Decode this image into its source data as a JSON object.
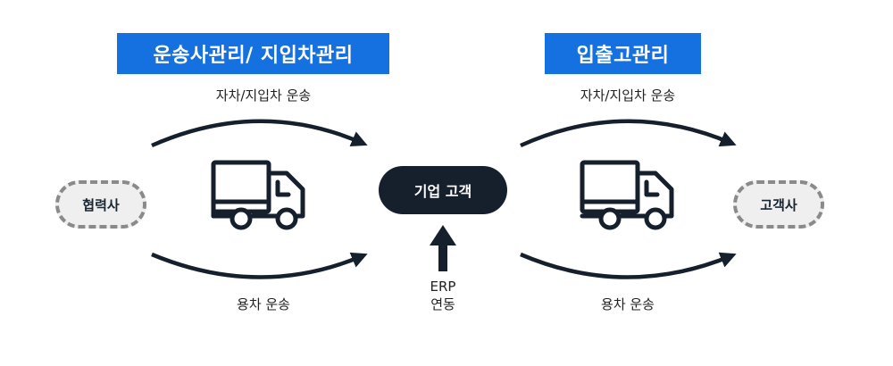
{
  "banners": {
    "left": "운송사관리/ 지입차관리",
    "right": "입출고관리"
  },
  "nodes": {
    "partner": "협력사",
    "enterprise": "기업 고객",
    "customer": "고객사"
  },
  "flows": {
    "left_top": "자차/지입차 운송",
    "left_bottom": "용차 운송",
    "right_top": "자차/지입차 운송",
    "right_bottom": "용차 운송"
  },
  "erp": {
    "line1": "ERP",
    "line2": "연동"
  },
  "icons": {
    "left_truck": "truck-icon",
    "right_truck": "truck-icon",
    "erp_arrow": "arrow-up-icon"
  },
  "colors": {
    "banner": "#1570e0",
    "dark": "#16202d",
    "dashed_border": "#8a8a8a",
    "pill_fill": "#efefef"
  }
}
